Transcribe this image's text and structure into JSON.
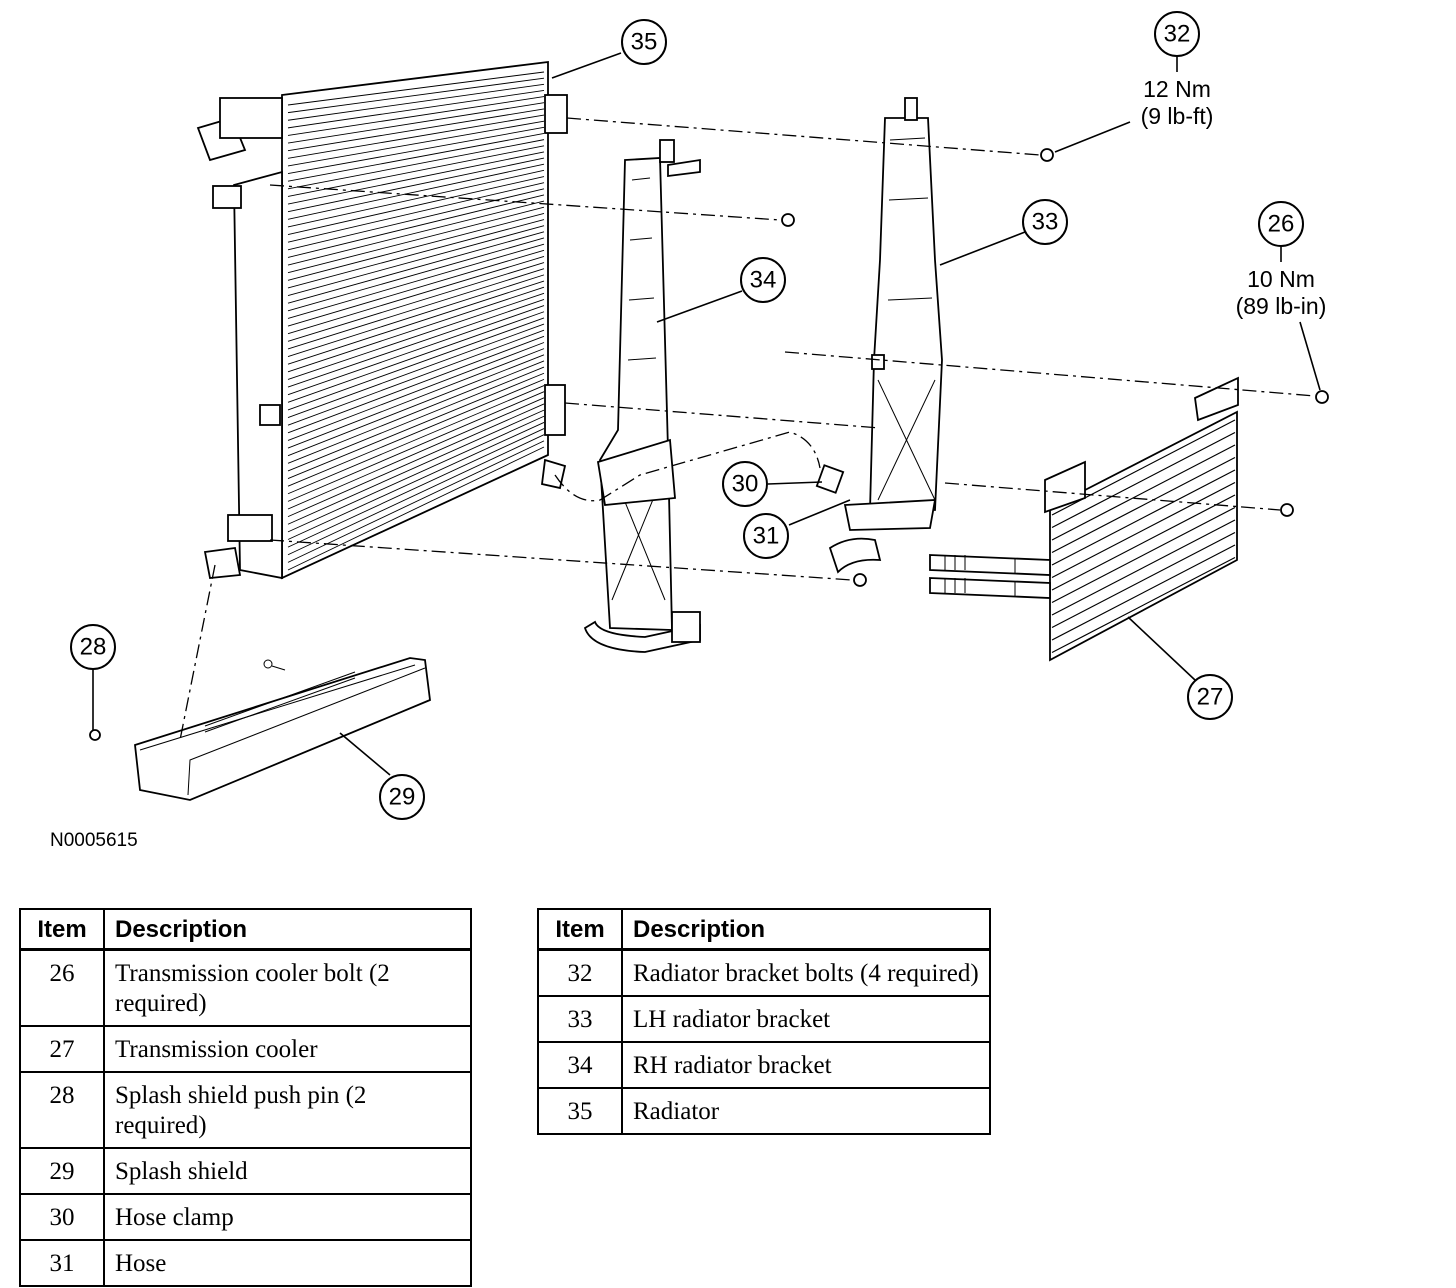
{
  "figure_id": "N0005615",
  "callouts": {
    "c26": "26",
    "c27": "27",
    "c28": "28",
    "c29": "29",
    "c30": "30",
    "c31": "31",
    "c32": "32",
    "c33": "33",
    "c34": "34",
    "c35": "35"
  },
  "torque_specs": {
    "item32_metric": "12 Nm",
    "item32_imperial": "(9 lb-ft)",
    "item26_metric": "10 Nm",
    "item26_imperial": "(89 lb-in)"
  },
  "tables": {
    "headers": {
      "item": "Item",
      "description": "Description"
    },
    "left_rows": [
      {
        "item": "26",
        "description": "Transmission cooler bolt (2 required)"
      },
      {
        "item": "27",
        "description": "Transmission cooler"
      },
      {
        "item": "28",
        "description": "Splash shield push pin (2 required)"
      },
      {
        "item": "29",
        "description": "Splash shield"
      },
      {
        "item": "30",
        "description": "Hose clamp"
      },
      {
        "item": "31",
        "description": "Hose"
      }
    ],
    "right_rows": [
      {
        "item": "32",
        "description": "Radiator bracket bolts (4 required)"
      },
      {
        "item": "33",
        "description": "LH radiator bracket"
      },
      {
        "item": "34",
        "description": "RH radiator bracket"
      },
      {
        "item": "35",
        "description": "Radiator"
      }
    ]
  }
}
